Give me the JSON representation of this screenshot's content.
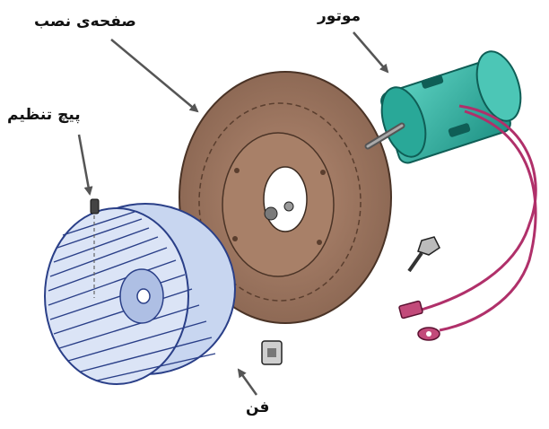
{
  "labels": {
    "motor": "موتور",
    "mounting_plate": "صفحه‌ی نصب",
    "set_screw": "پیچ تنظیم",
    "fan": "فن"
  },
  "colors": {
    "motor": "#2fb8a8",
    "motor_dark": "#167c72",
    "plate": "#9a7560",
    "plate_dark": "#6e4f3e",
    "fan": "#c8d6f0",
    "fan_lines": "#2a3f88",
    "wire": "#b0306a",
    "arrow": "#555555"
  },
  "icons": {
    "motor": "blower-motor",
    "plate": "mounting-plate",
    "fan": "squirrel-cage-fan",
    "screw": "set-screw",
    "bolt": "mounting-bolt",
    "clip": "retainer-clip",
    "connector": "wire-connector"
  }
}
